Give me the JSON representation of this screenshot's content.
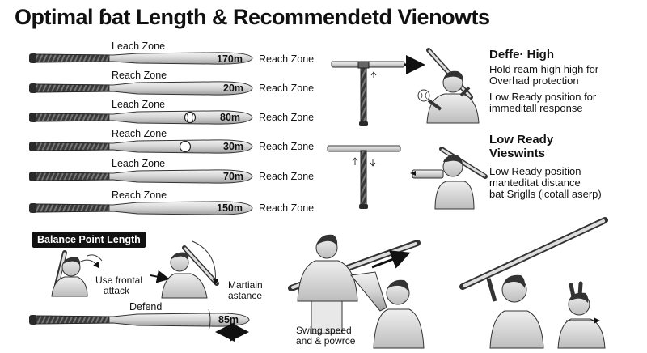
{
  "title": "Optimal ɓat Length & Recommendetd Vienowts",
  "bats": [
    {
      "top_label": "Leach Zone",
      "length": "170m",
      "side_label": "Reach Zone",
      "ball": "none"
    },
    {
      "top_label": "Reach Zone",
      "length": "20m",
      "side_label": "Reach Zone",
      "ball": "none"
    },
    {
      "top_label": "Leach Zone",
      "length": "80m",
      "side_label": "Reach Zone",
      "ball": "baseball"
    },
    {
      "top_label": "Reach Zone",
      "length": "30m",
      "side_label": "Reach Zone",
      "ball": "plain"
    },
    {
      "top_label": "Leach Zone",
      "length": "70m",
      "side_label": "Reach Zone",
      "ball": "none"
    },
    {
      "top_label": "Reach Zone",
      "length": "150m",
      "side_label": "Reach Zone",
      "ball": "none"
    }
  ],
  "high": {
    "heading": "Deffe· High",
    "lines": [
      "Hold ream high high for",
      "Overhad protection",
      "Low Ready position for",
      "immeditall response"
    ]
  },
  "low": {
    "heading_1": "Low Ready",
    "heading_2": "Vieswints",
    "lines": [
      "Low Ready position",
      "manteditat distance",
      "bat Sriglls (icotall aserp)"
    ]
  },
  "balance": {
    "badge": "Balance Point Length",
    "use_frontal_1": "Use frontal",
    "use_frontal_2": "attack",
    "martiain_1": "Martiain",
    "martiain_2": "astance",
    "defend": "Defend",
    "length": "85m"
  },
  "swing": {
    "line_1": "Swing speed",
    "line_2": "and & powrce"
  }
}
